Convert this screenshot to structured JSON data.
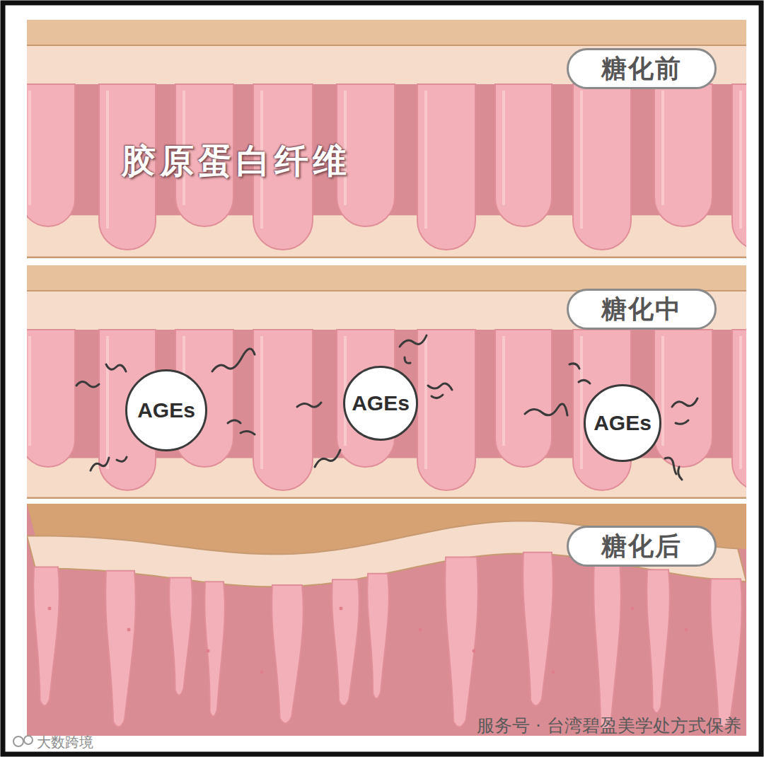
{
  "diagram": {
    "nodes": [
      {
        "text": [
          "糖化前"
        ]
      },
      {
        "text": [
          "糖化中"
        ]
      },
      {
        "text": [
          "AGEs"
        ]
      },
      {
        "text": [
          "AGEs"
        ]
      },
      {
        "text": [
          "AGEs"
        ]
      },
      {
        "text": [
          "糖化后"
        ]
      }
    ],
    "labels": [
      "胶原蛋白纤维",
      "大数跨境",
      "服务号 · 台湾碧盈美学处方式保养"
    ]
  }
}
